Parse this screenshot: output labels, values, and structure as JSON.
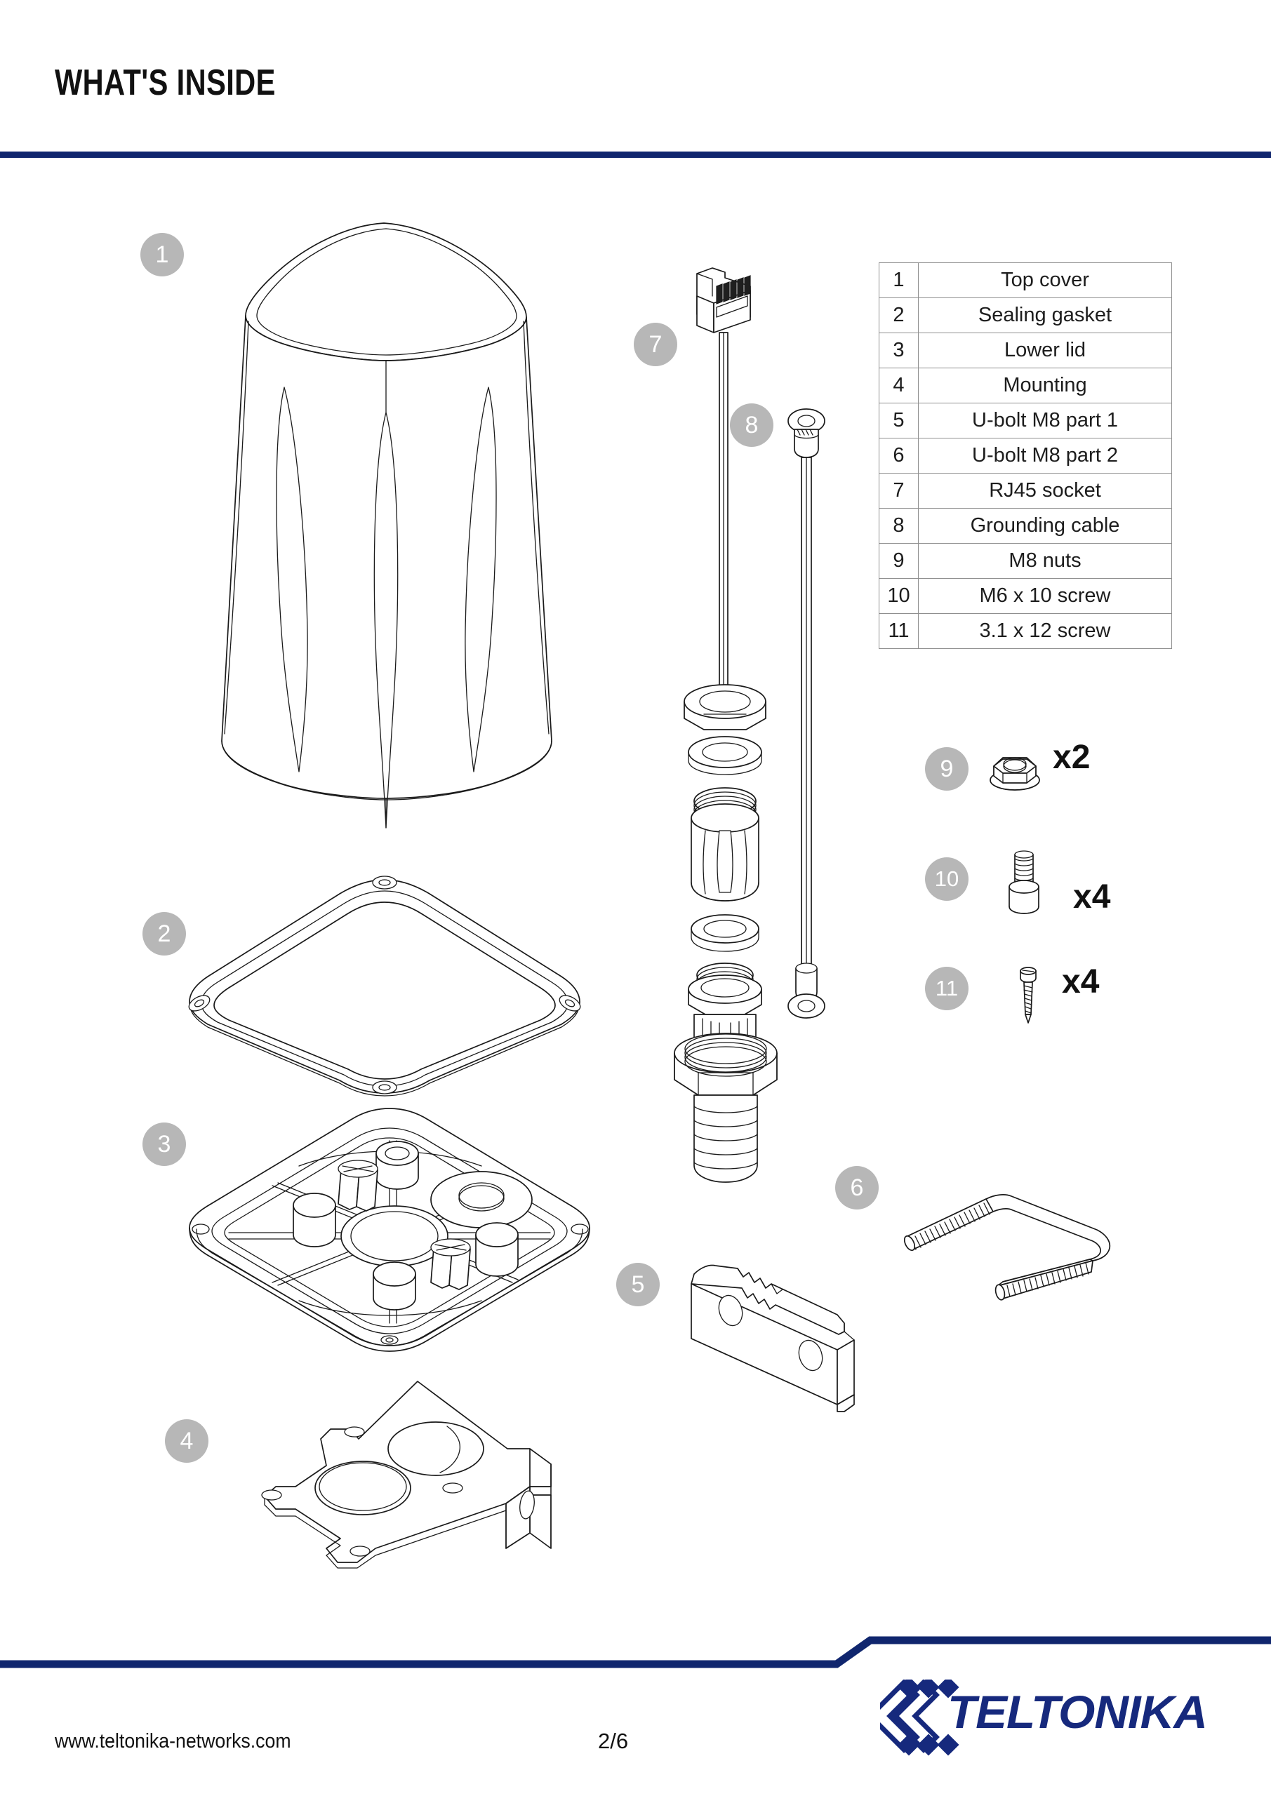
{
  "header": {
    "title": "WHAT'S INSIDE"
  },
  "parts_table": {
    "rows": [
      {
        "num": "1",
        "label": "Top cover"
      },
      {
        "num": "2",
        "label": "Sealing gasket"
      },
      {
        "num": "3",
        "label": "Lower lid"
      },
      {
        "num": "4",
        "label": "Mounting"
      },
      {
        "num": "5",
        "label": "U-bolt M8 part 1"
      },
      {
        "num": "6",
        "label": "U-bolt M8 part 2"
      },
      {
        "num": "7",
        "label": "RJ45 socket"
      },
      {
        "num": "8",
        "label": "Grounding cable"
      },
      {
        "num": "9",
        "label": "M8 nuts"
      },
      {
        "num": "10",
        "label": "M6 x 10 screw"
      },
      {
        "num": "11",
        "label": "3.1 x 12 screw"
      }
    ]
  },
  "callouts": {
    "top_cover": "1",
    "sealing_gasket": "2",
    "lower_lid": "3",
    "mounting": "4",
    "ubolt_part1": "5",
    "ubolt_part2": "6",
    "rj45_socket": "7",
    "grounding_cable": "8"
  },
  "quantities": [
    {
      "num": "9",
      "qty": "x2",
      "part": "m8-nut"
    },
    {
      "num": "10",
      "qty": "x4",
      "part": "m6x10-screw"
    },
    {
      "num": "11",
      "qty": "x4",
      "part": "3.1x12-screw"
    }
  ],
  "footer": {
    "url": "www.teltonika-networks.com",
    "page": "2/6",
    "brand": "TELTONIKA"
  },
  "colors": {
    "rule_blue": "#10266e",
    "logo_blue": "#16297d",
    "badge_gray": "#b7b7b7",
    "line_black": "#1a1a1a"
  }
}
